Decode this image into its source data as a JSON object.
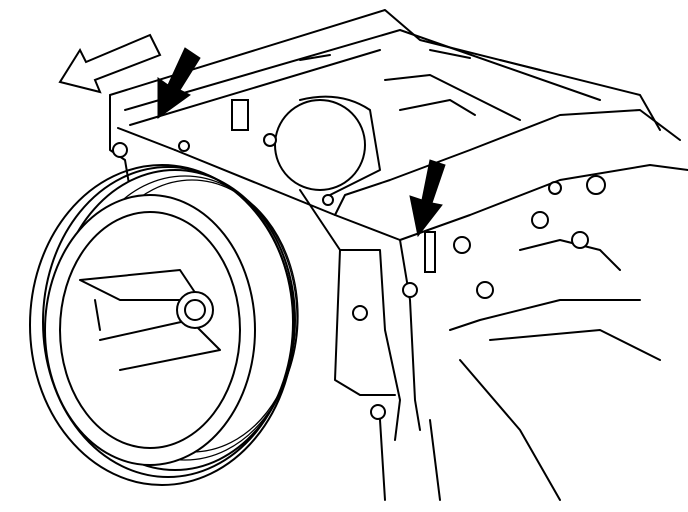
{
  "colors": {
    "ink": "#000000",
    "background": "#ffffff"
  },
  "icons": {
    "direction_arrow": "outline-arrow-left-down",
    "callout_arrows": [
      "black-arrow-down-left",
      "black-arrow-down-left"
    ]
  }
}
